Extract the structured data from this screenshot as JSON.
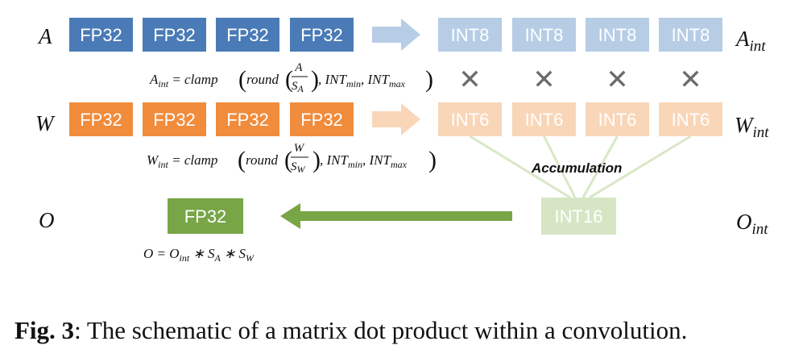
{
  "colors": {
    "a_fp": "#4a7bb7",
    "a_int": "#b7cde6",
    "w_fp": "#f08c3c",
    "w_int": "#f9d6b8",
    "o_fp": "#78a546",
    "o_int": "#d6e6c4",
    "cross": "#6b6b6b",
    "line": "#d8e8c6"
  },
  "rows": {
    "a": {
      "label": "A",
      "fp_boxes": [
        "FP32",
        "FP32",
        "FP32",
        "FP32"
      ],
      "int_boxes": [
        "INT8",
        "INT8",
        "INT8",
        "INT8"
      ],
      "int_label": "A",
      "int_label_sub": "int"
    },
    "w": {
      "label": "W",
      "fp_boxes": [
        "FP32",
        "FP32",
        "FP32",
        "FP32"
      ],
      "int_boxes": [
        "INT6",
        "INT6",
        "INT6",
        "INT6"
      ],
      "int_label": "W",
      "int_label_sub": "int"
    },
    "o": {
      "label": "O",
      "fp_box": "FP32",
      "int_box": "INT16",
      "int_label": "O",
      "int_label_sub": "int"
    }
  },
  "multiply_symbol": "✕",
  "accumulation_label": "Accumulation",
  "formulas": {
    "a": {
      "lhs": "A",
      "lhs_sub": "int",
      "eq": " = clamp",
      "round": "round",
      "num": "A",
      "den": "S",
      "den_sub": "A",
      "tail1": ", INT",
      "tail1_sub": "min",
      "tail2": ", INT",
      "tail2_sub": "max"
    },
    "w": {
      "lhs": "W",
      "lhs_sub": "int",
      "eq": " = clamp",
      "round": "round",
      "num": "W",
      "den": "S",
      "den_sub": "W",
      "tail1": ", INT",
      "tail1_sub": "min",
      "tail2": ", INT",
      "tail2_sub": "max"
    },
    "o": {
      "p1": "O = O",
      "p1_sub": "int",
      "p2": " ∗ S",
      "p2_sub": "A",
      "p3": " ∗ S",
      "p3_sub": "W"
    }
  },
  "caption": {
    "label": "Fig. 3",
    "text": ": The schematic of a matrix dot product within a convolution."
  }
}
